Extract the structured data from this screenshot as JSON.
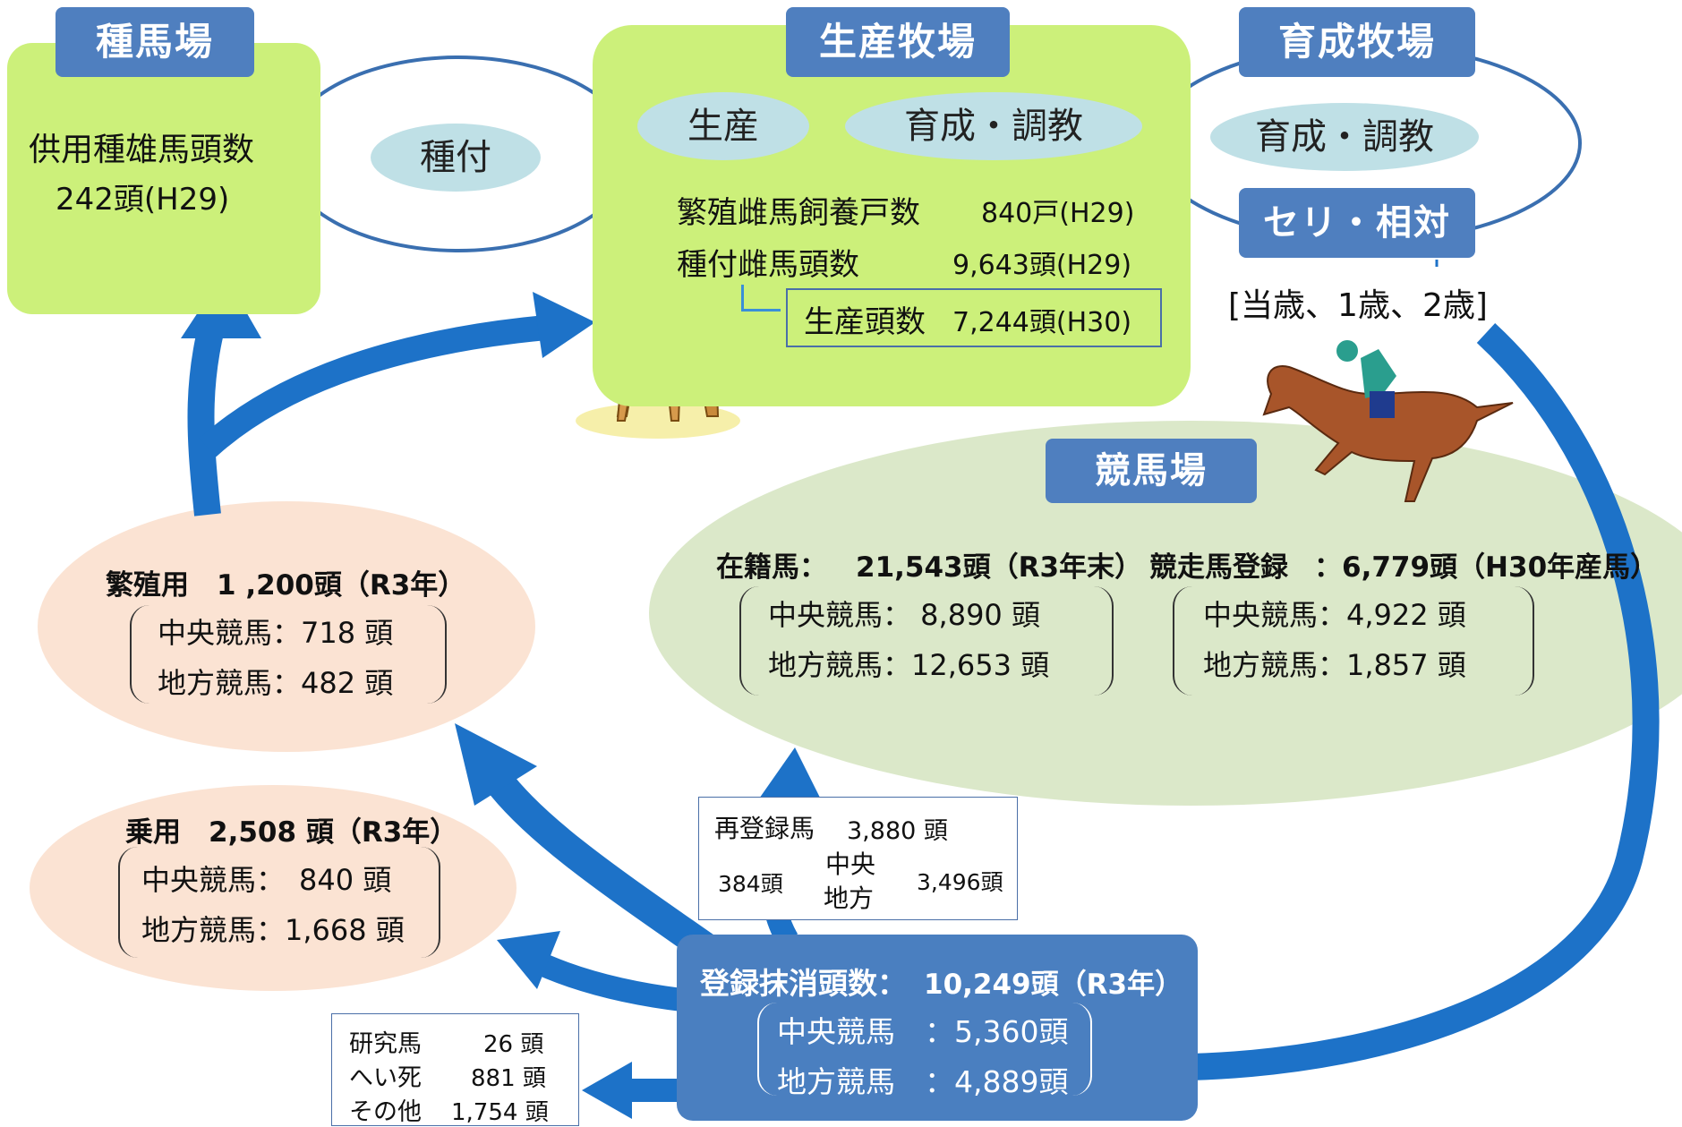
{
  "stud_farm": {
    "title": "種馬場",
    "stallion_label": "供用種雄馬頭数",
    "stallion_value": "242頭(H29)"
  },
  "breeding_farm": {
    "title": "生産牧場",
    "bubble_production": "生産",
    "bubble_training": "育成・調教",
    "mare_households_label": "繁殖雌馬飼養戸数",
    "mare_households_value": "840戸(H29)",
    "covered_mares_label": "種付雌馬頭数",
    "covered_mares_value": "9,643頭(H29)",
    "foals_label": "生産頭数",
    "foals_value": "7,244頭(H30)"
  },
  "covering_bubble": "種付",
  "training_farm": {
    "title": "育成牧場",
    "bubble_training": "育成・調教",
    "auction_title": "セリ・相対",
    "ages": "[当歳、1歳、2歳]"
  },
  "racecourse": {
    "title": "競馬場",
    "registered_label": "在籍馬：",
    "registered_value": "21,543頭（R3年末）",
    "registered_central": "中央競馬：  8,890 頭",
    "registered_local": "地方競馬：12,653 頭",
    "race_reg_label": "競走馬登録",
    "race_reg_value": "：6,779頭（H30年産馬）",
    "race_reg_central": "中央競馬：4,922 頭",
    "race_reg_local": "地方競馬：1,857 頭"
  },
  "breeding_use": {
    "title": "繁殖用　1 ,200頭（R3年）",
    "central": "中央競馬：718 頭",
    "local": "地方競馬：482 頭"
  },
  "riding_use": {
    "title": "乗用　2,508 頭（R3年）",
    "central": "中央競馬：　840 頭",
    "local": "地方競馬：1,668 頭"
  },
  "reregistered": {
    "title": "再登録馬",
    "value": "3,880 頭",
    "left_value": "384頭",
    "right_value": "3,496頭",
    "center_top": "中央",
    "center_bottom": "地方"
  },
  "deregistered": {
    "title": "登録抹消頭数：",
    "value": "10,249頭（R3年）",
    "central": "中央競馬　：5,360頭",
    "local": "地方競馬　：4,889頭"
  },
  "other_outcomes": {
    "research_label": "研究馬",
    "research_value": "26 頭",
    "death_label": "へい死",
    "death_value": "881 頭",
    "other_label": "その他",
    "other_value": "1,754 頭"
  },
  "colors": {
    "green_box": "#ccf07a",
    "title_tab": "#4f7fbf",
    "arrow_blue": "#1d72c8",
    "racecourse_fill": "#d7e6c3",
    "pink_fill": "#fbe3d3",
    "bubble_fill": "#bfe0e6",
    "deregistered_panel": "#4a7fc0"
  }
}
